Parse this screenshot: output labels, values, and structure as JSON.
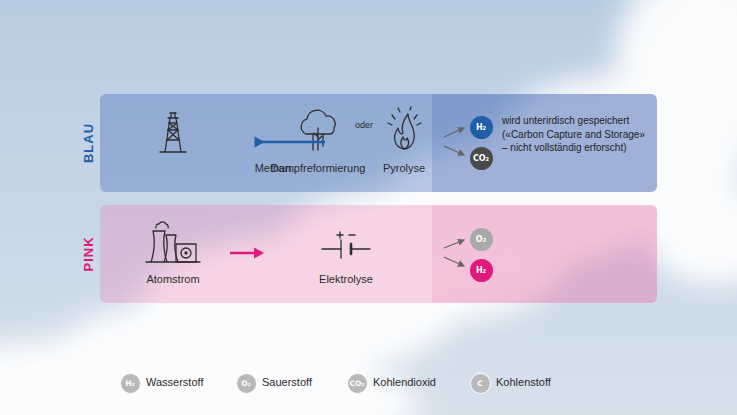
{
  "diagram": {
    "nodes": [
      {
        "text": [
          "BLAU"
        ]
      },
      {
        "text": [
          "Methan"
        ],
        "in": 0
      },
      {
        "text": [
          "Dampfreformierung"
        ],
        "in": 0
      },
      {
        "text": [
          "Pyrolyse"
        ],
        "in": 0
      },
      {
        "text": [
          "wird unterirdisch gespeichert («Carbon Capture and Storage» – nicht vollständig erforscht)"
        ],
        "in": 0
      },
      {
        "text": [
          "H₂"
        ],
        "in": 4
      },
      {
        "text": [
          "CO₂"
        ],
        "in": 4
      },
      {
        "text": [
          "PINK"
        ]
      },
      {
        "text": [
          "Atomstrom"
        ],
        "in": 7
      },
      {
        "text": [
          "Elektrolyse"
        ],
        "in": 7
      },
      {
        "text": [
          "O₂"
        ],
        "in": 7
      },
      {
        "text": [
          "H₂"
        ],
        "in": 7
      }
    ],
    "edges": [
      {
        "from": 1,
        "to": 2,
        "arrow": "to"
      },
      {
        "from": 8,
        "to": 9,
        "arrow": "to"
      }
    ],
    "labels": [
      "oder",
      "H₂",
      "O₂",
      "CO₂",
      "C"
    ],
    "legend": [
      {
        "text": "Wasserstoff",
        "color": "#b9b9b9"
      },
      {
        "text": "Sauerstoff",
        "color": "#b9b9b9"
      },
      {
        "text": "Kohlendioxid",
        "color": "#b9b9b9"
      },
      {
        "text": "Kohlenstoff",
        "color": "#b9b9b9"
      }
    ]
  }
}
